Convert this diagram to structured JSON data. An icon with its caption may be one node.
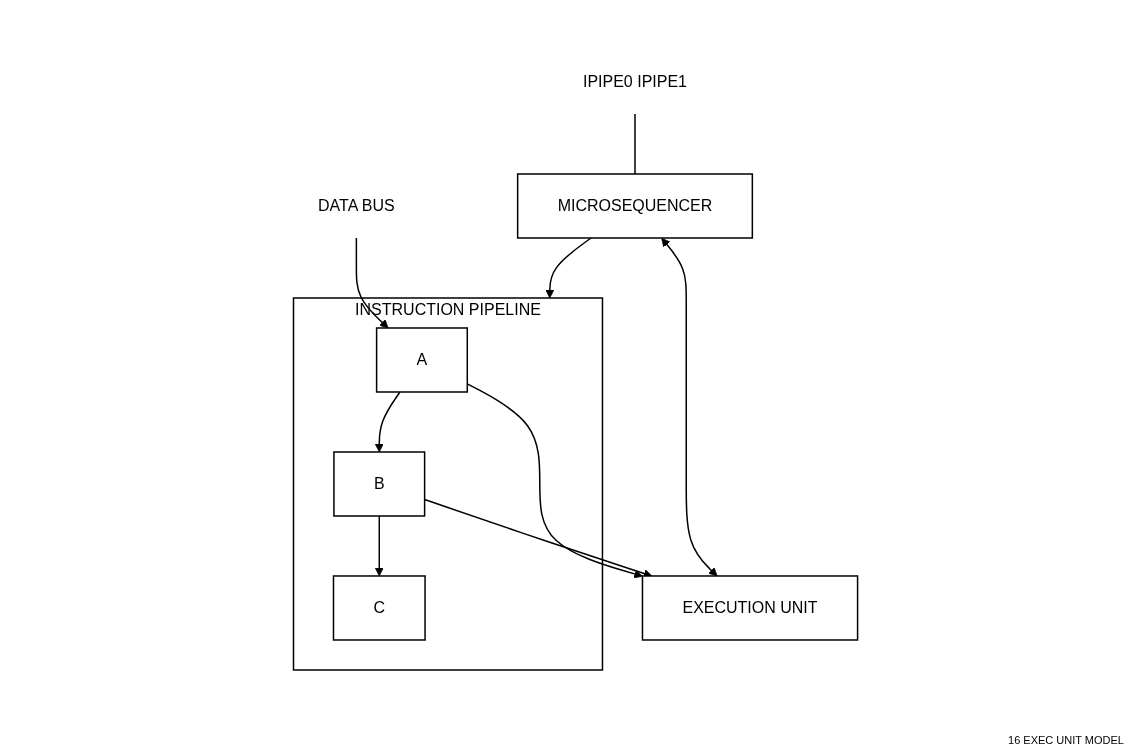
{
  "diagram": {
    "nodes": [
      {
        "text": [
          "IPIPE0 IPIPE1"
        ]
      },
      {
        "text": [
          "MICROSEQUENCER"
        ]
      },
      {
        "text": [
          "INSTRUCTION PIPELINE"
        ]
      },
      {
        "text": [
          "DATA BUS"
        ]
      },
      {
        "text": [
          "A"
        ],
        "in": 2
      },
      {
        "text": [
          "B"
        ],
        "in": 2
      },
      {
        "text": [
          "C"
        ],
        "in": 2
      },
      {
        "text": [
          "EXECUTION UNIT"
        ]
      }
    ],
    "edges": [
      {
        "from": 0,
        "to": 1,
        "arrow": "none"
      },
      {
        "from": 1,
        "to": 2,
        "arrow": "to"
      },
      {
        "from": 3,
        "to": 4,
        "arrow": "to"
      },
      {
        "from": 4,
        "to": 5,
        "arrow": "to"
      },
      {
        "from": 5,
        "to": 6,
        "arrow": "to"
      },
      {
        "from": 4,
        "to": 7,
        "arrow": "to"
      },
      {
        "from": 5,
        "to": 7,
        "arrow": "to"
      },
      {
        "from": 1,
        "to": 7,
        "arrow": "both"
      }
    ],
    "labels": [
      "16 EXEC UNIT MODEL"
    ]
  }
}
